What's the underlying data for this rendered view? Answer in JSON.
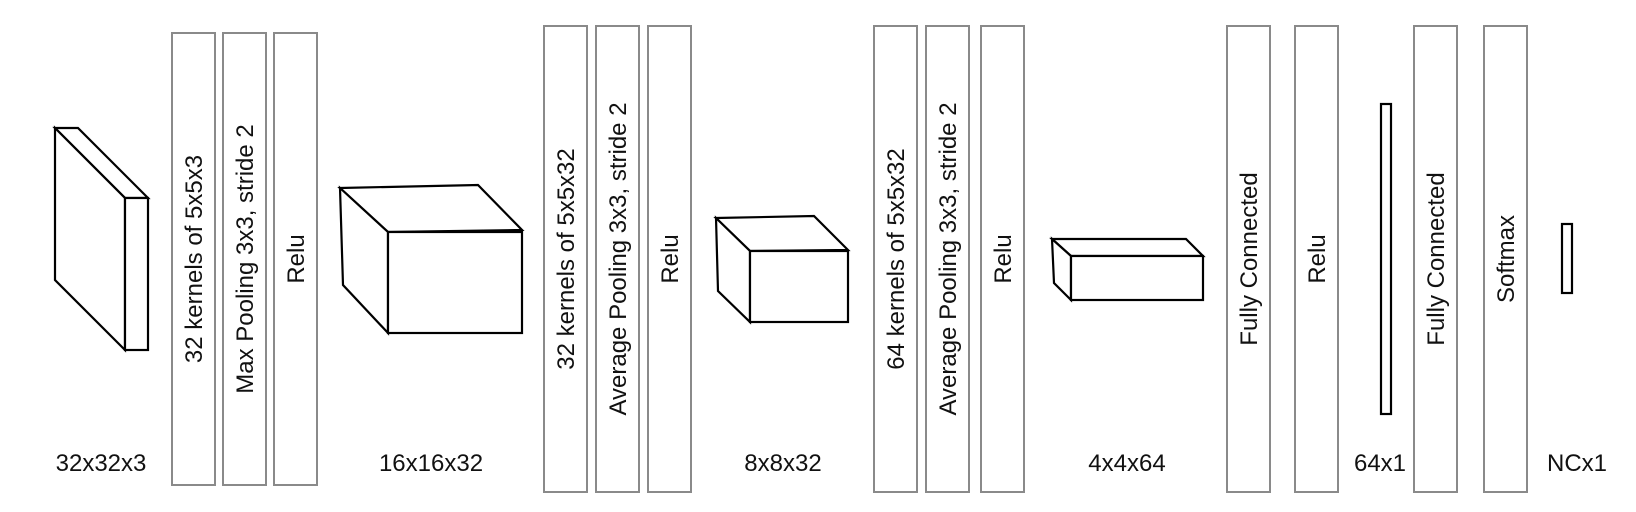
{
  "layers": [
    "32 kernels of 5x5x3",
    "Max Pooling 3x3, stride 2",
    "Relu",
    "32 kernels of 5x5x32",
    "Average Pooling 3x3, stride 2",
    "Relu",
    "64 kernels of 5x5x32",
    "Average Pooling 3x3, stride 2",
    "Relu",
    "Fully Connected",
    "Relu",
    "Fully Connected",
    "Softmax"
  ],
  "dimensions": [
    "32x32x3",
    "16x16x32",
    "8x8x32",
    "4x4x64",
    "64x1",
    "NCx1"
  ],
  "colors": {
    "layer_border": "#8a8a8a",
    "volume_edge": "#000000",
    "text": "#111111"
  }
}
